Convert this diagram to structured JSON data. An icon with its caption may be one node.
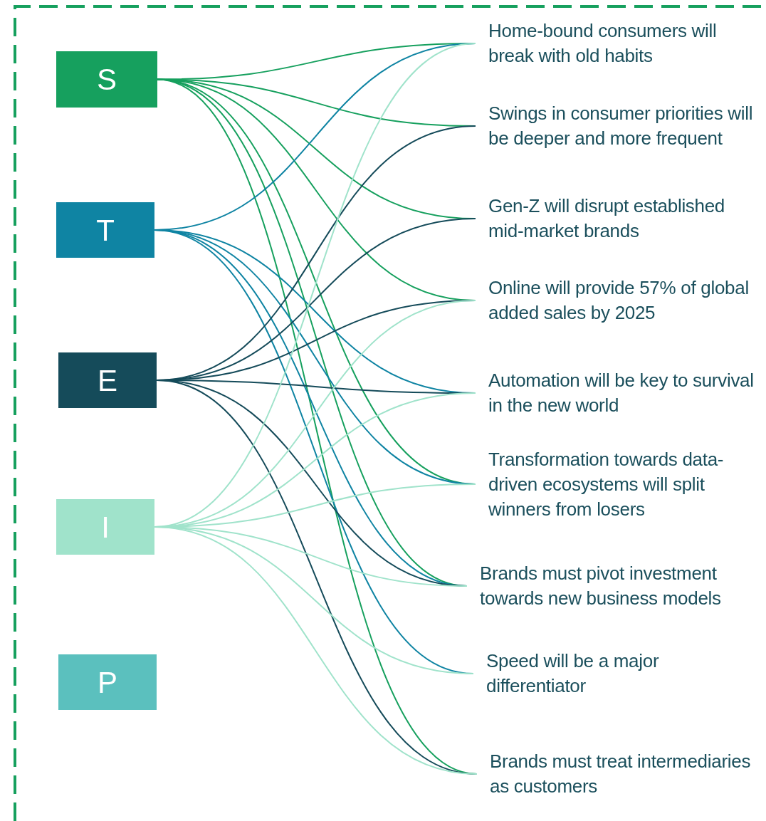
{
  "diagram": {
    "nodes": [
      {
        "text": [
          "S"
        ]
      },
      {
        "text": [
          "T"
        ]
      },
      {
        "text": [
          "E"
        ]
      },
      {
        "text": [
          "I"
        ]
      },
      {
        "text": [
          "P"
        ]
      },
      {
        "text": [
          "Home-bound consumers will break with old habits"
        ]
      },
      {
        "text": [
          "Swings in consumer priorities will be deeper and more frequent"
        ]
      },
      {
        "text": [
          "Gen-Z will disrupt established mid-market brands"
        ]
      },
      {
        "text": [
          "Online will provide 57% of global added sales by 2025"
        ]
      },
      {
        "text": [
          "Automation will be key to survival in the new world"
        ]
      },
      {
        "text": [
          "Transformation towards data-driven ecosystems will split winners from losers"
        ]
      },
      {
        "text": [
          "Brands must pivot investment towards new business models"
        ]
      },
      {
        "text": [
          "Speed will be a major differentiator"
        ]
      },
      {
        "text": [
          "Brands must treat intermediaries as customers"
        ]
      }
    ],
    "edges": [
      {
        "from": 0,
        "to": 5,
        "arrow": "none",
        "color": "#16a05e"
      },
      {
        "from": 0,
        "to": 6,
        "arrow": "none",
        "color": "#16a05e"
      },
      {
        "from": 0,
        "to": 7,
        "arrow": "none",
        "color": "#16a05e"
      },
      {
        "from": 0,
        "to": 8,
        "arrow": "none",
        "color": "#16a05e"
      },
      {
        "from": 0,
        "to": 10,
        "arrow": "none",
        "color": "#16a05e"
      },
      {
        "from": 0,
        "to": 11,
        "arrow": "none",
        "color": "#16a05e"
      },
      {
        "from": 0,
        "to": 13,
        "arrow": "none",
        "color": "#16a05e"
      },
      {
        "from": 1,
        "to": 5,
        "arrow": "none",
        "color": "#0f84a3"
      },
      {
        "from": 1,
        "to": 9,
        "arrow": "none",
        "color": "#0f84a3"
      },
      {
        "from": 1,
        "to": 10,
        "arrow": "none",
        "color": "#0f84a3"
      },
      {
        "from": 1,
        "to": 11,
        "arrow": "none",
        "color": "#0f84a3"
      },
      {
        "from": 1,
        "to": 12,
        "arrow": "none",
        "color": "#0f84a3"
      },
      {
        "from": 2,
        "to": 6,
        "arrow": "none",
        "color": "#154b5a"
      },
      {
        "from": 2,
        "to": 7,
        "arrow": "none",
        "color": "#154b5a"
      },
      {
        "from": 2,
        "to": 8,
        "arrow": "none",
        "color": "#154b5a"
      },
      {
        "from": 2,
        "to": 9,
        "arrow": "none",
        "color": "#154b5a"
      },
      {
        "from": 2,
        "to": 11,
        "arrow": "none",
        "color": "#154b5a"
      },
      {
        "from": 2,
        "to": 13,
        "arrow": "none",
        "color": "#154b5a"
      },
      {
        "from": 3,
        "to": 5,
        "arrow": "none",
        "color": "#a0e3cb"
      },
      {
        "from": 3,
        "to": 8,
        "arrow": "none",
        "color": "#a0e3cb"
      },
      {
        "from": 3,
        "to": 9,
        "arrow": "none",
        "color": "#a0e3cb"
      },
      {
        "from": 3,
        "to": 10,
        "arrow": "none",
        "color": "#a0e3cb"
      },
      {
        "from": 3,
        "to": 11,
        "arrow": "none",
        "color": "#a0e3cb"
      },
      {
        "from": 3,
        "to": 12,
        "arrow": "none",
        "color": "#a0e3cb"
      },
      {
        "from": 3,
        "to": 13,
        "arrow": "none",
        "color": "#a0e3cb"
      }
    ]
  }
}
